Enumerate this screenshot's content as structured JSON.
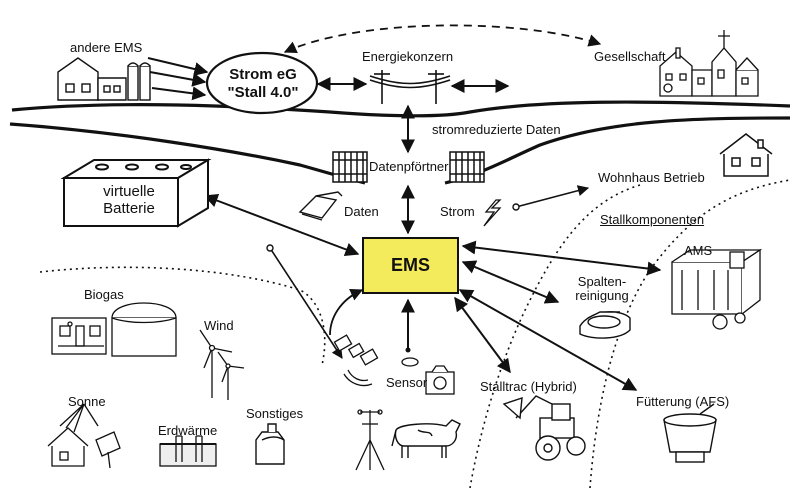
{
  "labels": {
    "andere_ems": "andere EMS",
    "strom_eg": "Strom eG",
    "stall40": "\"Stall 4.0\"",
    "energiekonzern": "Energiekonzern",
    "gesellschaft": "Gesellschaft",
    "stromreduzierte_daten": "stromreduzierte Daten",
    "datenpfoertner": "Datenpförtner",
    "virtuelle": "virtuelle",
    "batterie": "Batterie",
    "daten": "Daten",
    "strom": "Strom",
    "wohnhaus": "Wohnhaus Betrieb",
    "stallkomponenten": "Stallkomponenten",
    "ems": "EMS",
    "ams": "AMS",
    "spalten1": "Spalten-",
    "spalten2": "reinigung",
    "biogas": "Biogas",
    "wind": "Wind",
    "sonne": "Sonne",
    "erdwaerme": "Erdwärme",
    "sonstiges": "Sonstiges",
    "sensor": "Sensor",
    "stalltrac": "Stalltrac (Hybrid)",
    "fuetterung": "Fütterung (AFS)"
  },
  "icons": [
    "farm-buildings-icon",
    "power-line-icon",
    "village-icon",
    "battery-icon",
    "gate-fence-icon",
    "open-book-icon",
    "lightning-icon",
    "house-icon",
    "milking-robot-icon",
    "floor-cleaner-robot-icon",
    "biogas-plant-icon",
    "wind-turbine-icon",
    "solar-house-icon",
    "geothermal-icon",
    "canister-icon",
    "satellite-icon",
    "weather-station-icon",
    "cow-icon",
    "sensor-device-icon",
    "tractor-loader-icon",
    "feeding-robot-icon"
  ],
  "colors": {
    "ems_fill": "#f3ea5c",
    "stroke": "#111111"
  }
}
